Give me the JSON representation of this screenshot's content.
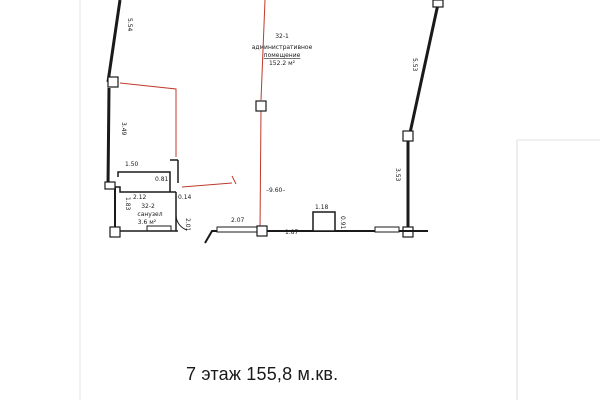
{
  "plan": {
    "room_32_1": {
      "number": "32-1",
      "name_line1": "административное",
      "name_line2": "помещение",
      "area": "152.2 м²"
    },
    "room_32_2": {
      "number": "32-2",
      "name": "санузел",
      "area": "3.6 м²"
    },
    "dimensions": {
      "left_wall_top": "5.54",
      "left_wall_mid": "3.49",
      "right_wall_top": "5.53",
      "right_wall_mid": "3.53",
      "partition_150": "1.50",
      "partition_081": "0.81",
      "wc_212": "2.12",
      "wc_014": "0.14",
      "wc_183": "1.83",
      "door_201": "2.01",
      "span_960": "–9.60–",
      "bottom_207": "2.07",
      "bottom_187": "1.87",
      "niche_118": "1.18",
      "niche_091": "0.91"
    },
    "colors": {
      "line": "#1a1a1a",
      "partition": "#c0392b",
      "scan_edge": "#d9d9d9"
    }
  },
  "caption": "7 этаж 155,8 м.кв."
}
